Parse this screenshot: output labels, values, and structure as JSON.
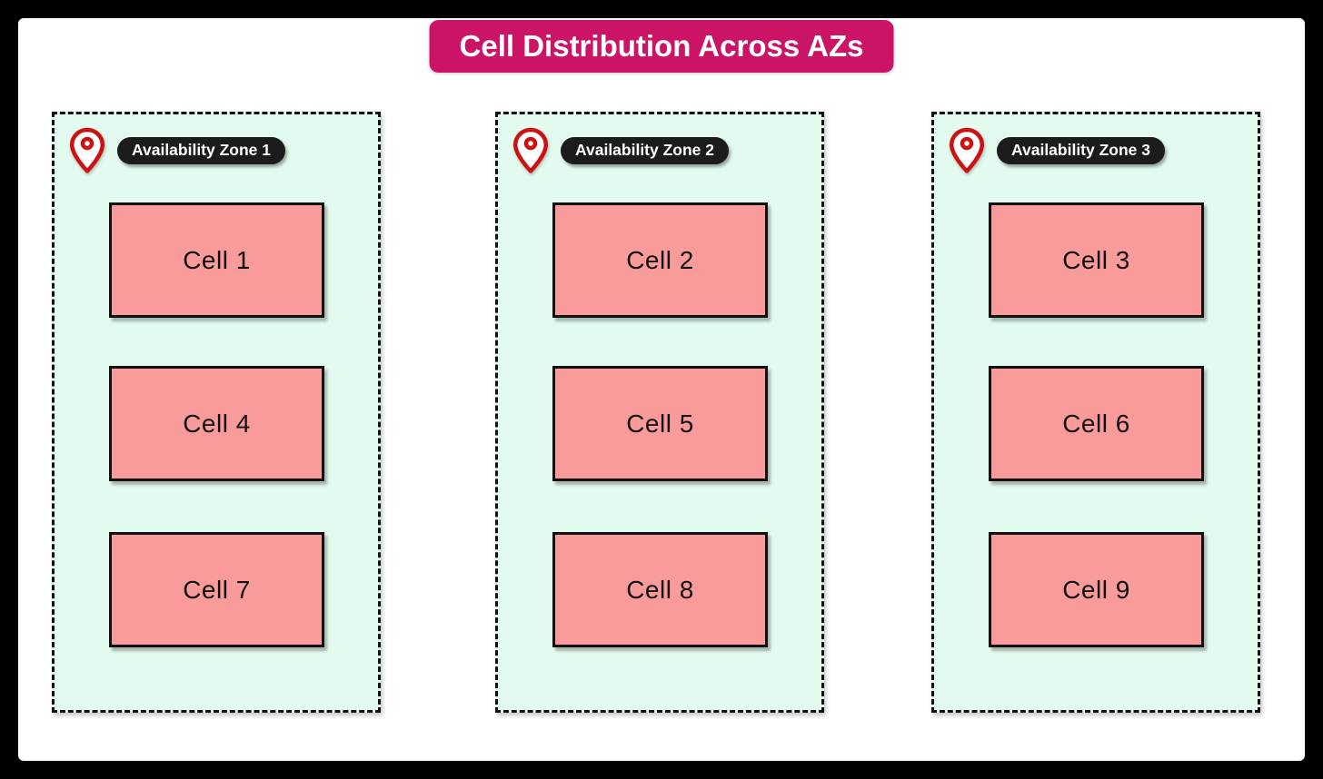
{
  "title": "Cell Distribution Across AZs",
  "zones": [
    {
      "label": "Availability Zone 1",
      "icon": "location-pin-icon",
      "cells": [
        "Cell 1",
        "Cell 4",
        "Cell 7"
      ]
    },
    {
      "label": "Availability Zone 2",
      "icon": "location-pin-icon",
      "cells": [
        "Cell 2",
        "Cell 5",
        "Cell 8"
      ]
    },
    {
      "label": "Availability Zone 3",
      "icon": "location-pin-icon",
      "cells": [
        "Cell 3",
        "Cell 6",
        "Cell 9"
      ]
    }
  ],
  "colors": {
    "frame_bg": "#000000",
    "canvas_bg": "#FFFFFF",
    "banner_bg": "#CC1466",
    "banner_text": "#FFFFFF",
    "zone_bg": "#E3FAEE",
    "zone_border": "#111111",
    "cell_bg": "#F99B9B",
    "cell_border": "#111111",
    "cell_text": "#111111",
    "pill_bg": "#1C1C1C",
    "pill_text": "#FFFFFF",
    "pin_red": "#CE1111"
  }
}
